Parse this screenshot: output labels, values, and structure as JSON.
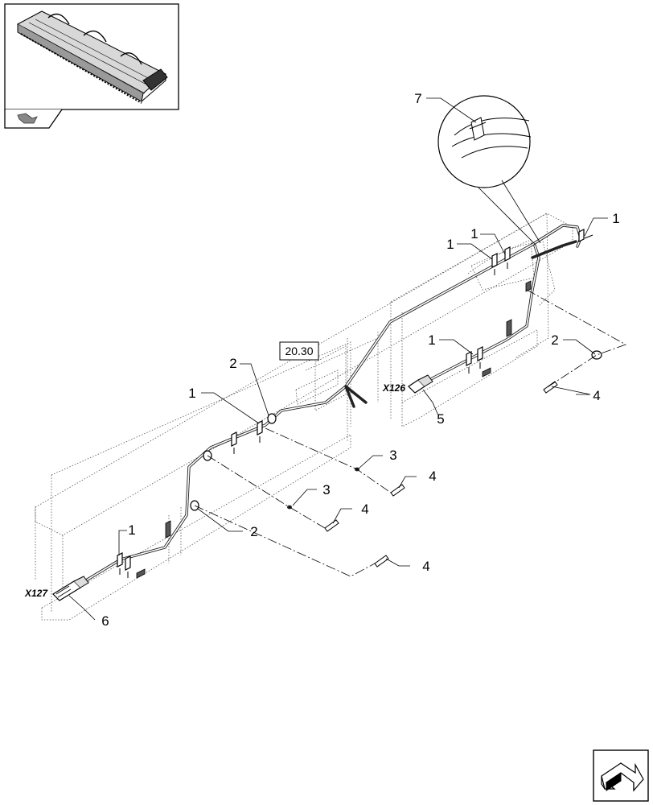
{
  "labels": {
    "l1": "1",
    "l2": "1",
    "l3": "1",
    "l4": "1",
    "l5": "1",
    "l6": "1",
    "l7": "2",
    "l8": "2",
    "l9": "2",
    "l10": "3",
    "l11": "3",
    "l12": "4",
    "l13": "4",
    "l14": "4",
    "l15": "4",
    "l16": "5",
    "l17": "6",
    "l18": "7"
  },
  "connectors": {
    "x126": "X126",
    "x127": "X127"
  },
  "reference": "20.30",
  "icons": {
    "thumbnail": "header-thumbnail",
    "prev_nav": "prev-page-arrow-icon",
    "next_nav": "next-page-arrow-icon"
  }
}
